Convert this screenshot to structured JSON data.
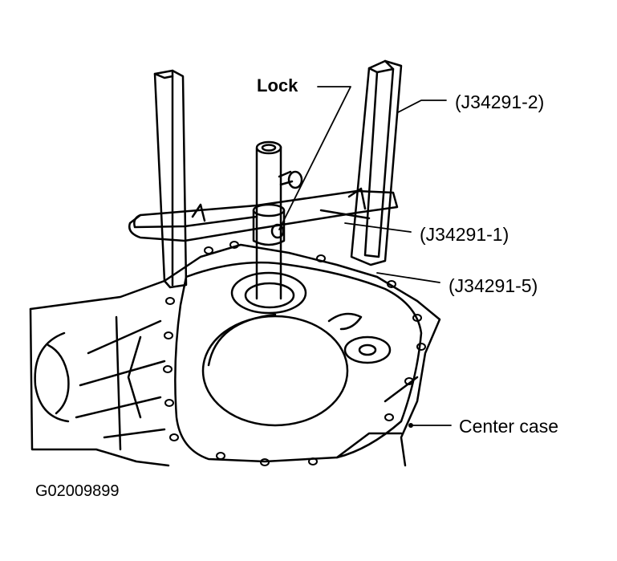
{
  "labels": {
    "lock": "Lock",
    "tool_2": "(J34291-2)",
    "tool_1": "(J34291-1)",
    "tool_5": "(J34291-5)",
    "center_case": "Center case",
    "figure_id": "G02009899"
  },
  "colors": {
    "ink": "#000000",
    "paper": "#ffffff"
  }
}
